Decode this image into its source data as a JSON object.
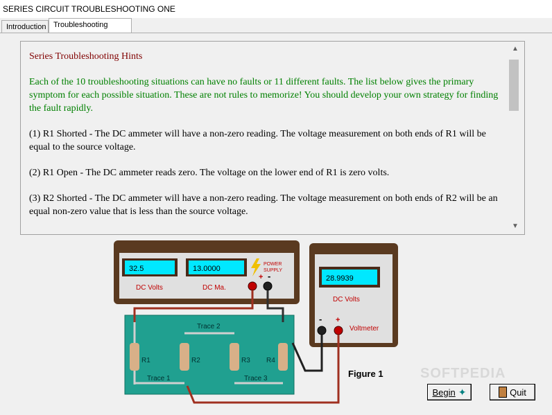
{
  "window": {
    "title": "SERIES CIRCUIT TROUBLESHOOTING ONE"
  },
  "tabs": [
    {
      "label": "Introduction",
      "active": false
    },
    {
      "label": "Troubleshooting Hints",
      "active": true
    }
  ],
  "hints": {
    "heading": "Series Troubleshooting Hints",
    "intro": "Each of the 10 troubleshooting situations can have no faults or 11 different faults. The list below gives the primary symptom for each possible situation. These are not rules to memorize! You should develop your own strategy for finding the fault rapidly.",
    "items": [
      "(1) R1 Shorted - The DC ammeter will have a non-zero reading. The voltage measurement on both ends of R1 will be equal to the source voltage.",
      "(2) R1 Open - The DC ammeter reads zero. The voltage on the lower end of R1 is zero volts.",
      "(3) R2 Shorted - The DC ammeter will have a non-zero reading. The voltage measurement on both ends of R2 will be an equal non-zero value that is less than the source voltage."
    ]
  },
  "supply": {
    "volts_value": "32.5",
    "volts_label": "DC Volts",
    "ma_value": "13.0000",
    "ma_label": "DC Ma.",
    "power_label_1": "POWER",
    "power_label_2": "SUPPLY",
    "plus": "+",
    "minus": "-"
  },
  "voltmeter": {
    "value": "28.9939",
    "label": "DC Volts",
    "name": "Voltmeter",
    "plus": "+",
    "minus": "-"
  },
  "board": {
    "trace2": "Trace 2",
    "trace1": "Trace 1",
    "trace3": "Trace 3",
    "r1": "R1",
    "r2": "R2",
    "r3": "R3",
    "r4": "R4"
  },
  "figure_label": "Figure 1",
  "buttons": {
    "begin": "Begin",
    "quit": "Quit"
  },
  "watermark": "SOFTPEDIA",
  "colors": {
    "heading": "#800000",
    "intro": "#008000",
    "board": "#20a090",
    "lcd": "#00e8ff",
    "case": "#5a3a20",
    "panel": "#e0e0e0"
  }
}
